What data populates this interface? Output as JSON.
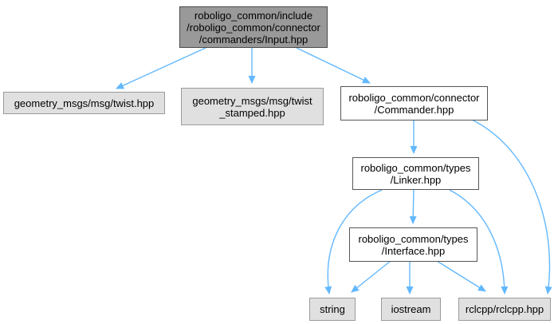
{
  "diagram": {
    "kind": "include-dependency-graph",
    "root_file": "roboligo_common/include/roboligo_common/connector/commanders/Input.hpp"
  },
  "colors": {
    "edge": "#63B8FF",
    "background": "#FFFFFF",
    "text": "#000000",
    "main_node_fill": "#999999",
    "main_node_border": "#4A4A4A",
    "internal_node_fill": "#FFFFFF",
    "internal_node_border": "#565656",
    "external_node_fill": "#E0E0E0",
    "external_node_border": "#9B9B9B"
  },
  "nodes": {
    "input": {
      "label": "roboligo_common/include\n/roboligo_common/connector\n/commanders/Input.hpp",
      "type": "main"
    },
    "twist": {
      "label": "geometry_msgs/msg/twist.hpp",
      "type": "external"
    },
    "twist_stamped": {
      "label": "geometry_msgs/msg/twist\n_stamped.hpp",
      "type": "external"
    },
    "commander": {
      "label": "roboligo_common/connector\n/Commander.hpp",
      "type": "internal"
    },
    "linker": {
      "label": "roboligo_common/types\n/Linker.hpp",
      "type": "internal"
    },
    "interface": {
      "label": "roboligo_common/types\n/Interface.hpp",
      "type": "internal"
    },
    "string": {
      "label": "string",
      "type": "external"
    },
    "iostream": {
      "label": "iostream",
      "type": "external"
    },
    "rclcpp": {
      "label": "rclcpp/rclcpp.hpp",
      "type": "external"
    }
  },
  "edges": [
    {
      "from": "Input.hpp",
      "to": "geometry_msgs/msg/twist.hpp"
    },
    {
      "from": "Input.hpp",
      "to": "geometry_msgs/msg/twist_stamped.hpp"
    },
    {
      "from": "Input.hpp",
      "to": "roboligo_common/connector/Commander.hpp"
    },
    {
      "from": "Commander.hpp",
      "to": "roboligo_common/types/Linker.hpp"
    },
    {
      "from": "Commander.hpp",
      "to": "rclcpp/rclcpp.hpp"
    },
    {
      "from": "Linker.hpp",
      "to": "string"
    },
    {
      "from": "Linker.hpp",
      "to": "roboligo_common/types/Interface.hpp"
    },
    {
      "from": "Linker.hpp",
      "to": "rclcpp/rclcpp.hpp"
    },
    {
      "from": "Interface.hpp",
      "to": "string"
    },
    {
      "from": "Interface.hpp",
      "to": "iostream"
    },
    {
      "from": "Interface.hpp",
      "to": "rclcpp/rclcpp.hpp"
    }
  ]
}
